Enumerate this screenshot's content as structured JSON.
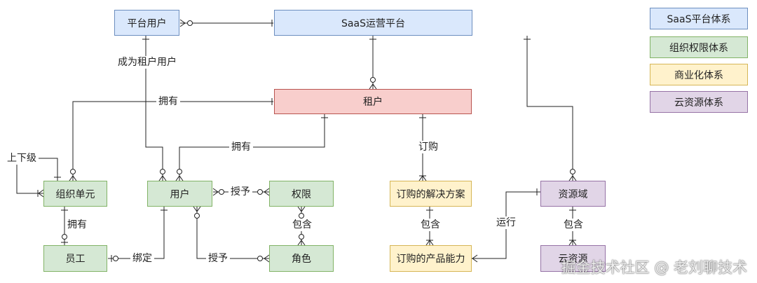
{
  "nodes": {
    "platform_user": "平台用户",
    "saas_platform": "SaaS运营平台",
    "tenant": "租户",
    "org_unit": "组织单元",
    "user": "用户",
    "permission": "权限",
    "subscribed_solution": "订购的解决方案",
    "resource_domain": "资源域",
    "employee": "员工",
    "role": "角色",
    "product_capability": "订购的产品能力",
    "cloud_resource": "云资源"
  },
  "edge_labels": {
    "become_tenant_user": "成为租户用户",
    "own_org": "拥有",
    "own_user": "拥有",
    "hierarchy": "上下级",
    "subscribe": "订购",
    "own_employee": "拥有",
    "grant_permission": "授予",
    "contain_permission": "包含",
    "contain_capability": "包含",
    "run": "运行",
    "contain_resource": "包含",
    "bind": "绑定",
    "grant_role": "授予"
  },
  "legend": {
    "saas": "SaaS平台体系",
    "org": "组织权限体系",
    "commerce": "商业化体系",
    "cloud": "云资源体系"
  },
  "colors": {
    "blue_fill": "#dae8fc",
    "green_fill": "#d5e8d4",
    "red_fill": "#f8cecc",
    "yellow_fill": "#fff2cc",
    "purple_fill": "#e1d5e7"
  },
  "watermark": "掘金技术社区 @ 老刘聊技术"
}
